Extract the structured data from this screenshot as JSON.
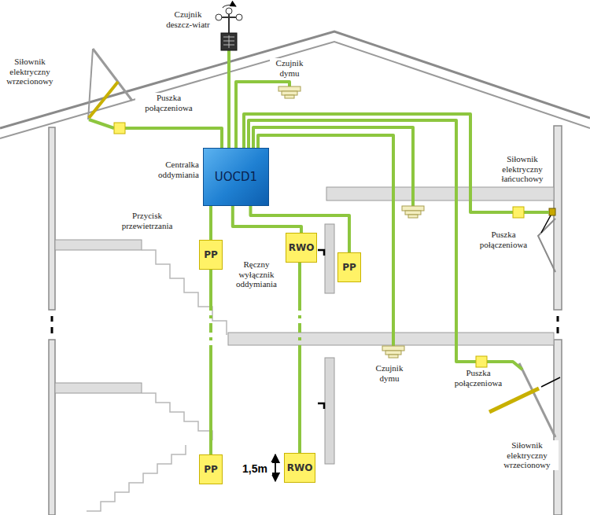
{
  "diagram": {
    "nodes": [
      {
        "text": [
          "UOCD1"
        ]
      },
      {
        "text": [
          "PP"
        ]
      },
      {
        "text": [
          "RWO"
        ]
      },
      {
        "text": [
          "PP"
        ]
      },
      {
        "text": [
          "PP"
        ]
      },
      {
        "text": [
          "RWO"
        ]
      }
    ],
    "edges": [
      {
        "from": 0,
        "to": 1,
        "arrow": "none"
      },
      {
        "from": 0,
        "to": 2,
        "arrow": "none"
      },
      {
        "from": 0,
        "to": 3,
        "arrow": "none"
      },
      {
        "from": 1,
        "to": 4,
        "arrow": "none"
      },
      {
        "from": 2,
        "to": 5,
        "arrow": "none"
      }
    ],
    "labels": [
      "Czujnik deszcz-wiatr",
      "Siłownik elektryczny wrzecionowy",
      "Puszka połączeniowa",
      "Czujnik dymu",
      "Centralka oddymiania",
      "Siłownik elektryczny łańcuchowy",
      "Przycisk przewietrzania",
      "Ręczny wyłącznik oddymiania",
      "Puszka połączeniowa",
      "Czujnik dymu",
      "Puszka połączeniowa",
      "Siłownik elektryczny wrzecionowy",
      "1,5m"
    ]
  }
}
